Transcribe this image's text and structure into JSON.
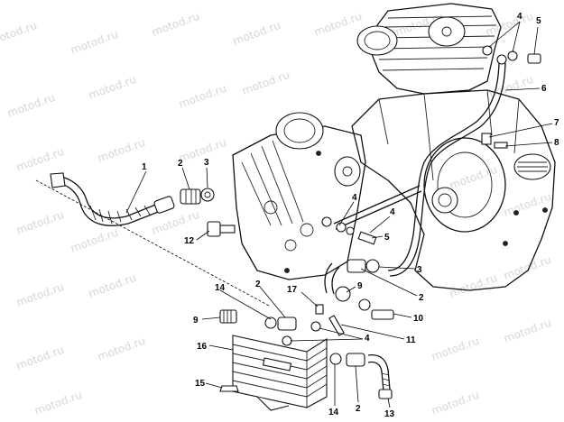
{
  "watermark": "motod.ru",
  "callouts": [
    {
      "id": "c-1",
      "text": "1"
    },
    {
      "id": "c-2a",
      "text": "2"
    },
    {
      "id": "c-3a",
      "text": "3"
    },
    {
      "id": "c-4a",
      "text": "4"
    },
    {
      "id": "c-5a",
      "text": "5"
    },
    {
      "id": "c-6",
      "text": "6"
    },
    {
      "id": "c-7",
      "text": "7"
    },
    {
      "id": "c-8",
      "text": "8"
    },
    {
      "id": "c-4b",
      "text": "4"
    },
    {
      "id": "c-4c",
      "text": "4"
    },
    {
      "id": "c-5b",
      "text": "5"
    },
    {
      "id": "c-12",
      "text": "12"
    },
    {
      "id": "c-3b",
      "text": "3"
    },
    {
      "id": "c-2b",
      "text": "2"
    },
    {
      "id": "c-9a",
      "text": "9"
    },
    {
      "id": "c-10",
      "text": "10"
    },
    {
      "id": "c-11",
      "text": "11"
    },
    {
      "id": "c-14a",
      "text": "14"
    },
    {
      "id": "c-2c",
      "text": "2"
    },
    {
      "id": "c-17",
      "text": "17"
    },
    {
      "id": "c-9b",
      "text": "9"
    },
    {
      "id": "c-4d",
      "text": "4"
    },
    {
      "id": "c-16",
      "text": "16"
    },
    {
      "id": "c-15",
      "text": "15"
    },
    {
      "id": "c-14b",
      "text": "14"
    },
    {
      "id": "c-2d",
      "text": "2"
    },
    {
      "id": "c-13",
      "text": "13"
    }
  ]
}
